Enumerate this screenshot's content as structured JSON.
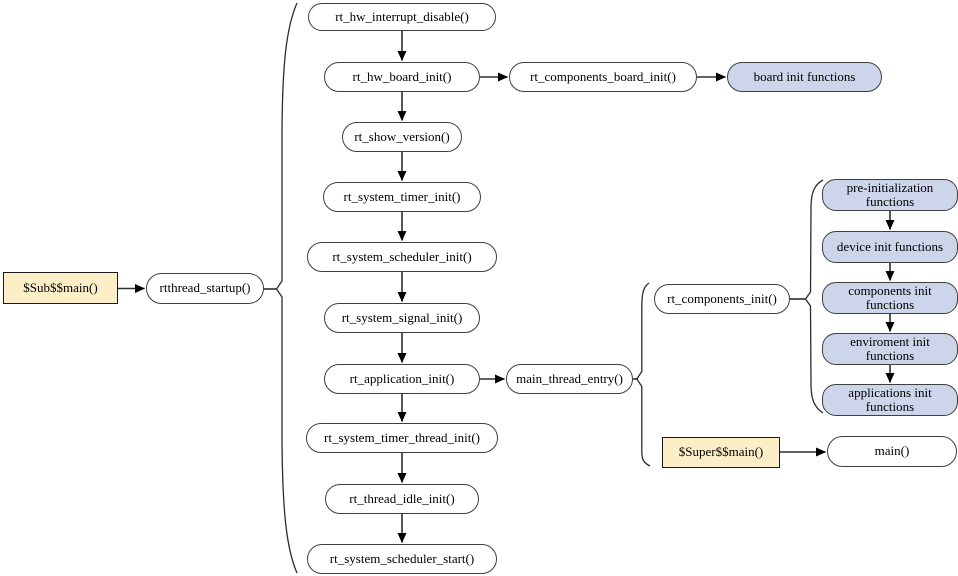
{
  "colors": {
    "background": "#ffffff",
    "node_fill": "#ffffff",
    "node_border": "#3f3f3f",
    "accent_fill": "#fceec7",
    "accent_border": "#1a1a1a",
    "blue_fill": "#ccd5ea",
    "blue_border": "#3f3f3f",
    "line": "#2d2d2d",
    "arrowhead": "#000000",
    "text": "#000000"
  },
  "nodes": {
    "sub_main": {
      "label": "$Sub$$main()"
    },
    "rtthread_startup": {
      "label": "rtthread_startup()"
    },
    "rt_hw_interrupt_disable": {
      "label": "rt_hw_interrupt_disable()"
    },
    "rt_hw_board_init": {
      "label": "rt_hw_board_init()"
    },
    "rt_components_board_init": {
      "label": "rt_components_board_init()"
    },
    "board_init_functions": {
      "label": "board init functions"
    },
    "rt_show_version": {
      "label": "rt_show_version()"
    },
    "rt_system_timer_init": {
      "label": "rt_system_timer_init()"
    },
    "rt_system_scheduler_init": {
      "label": "rt_system_scheduler_init()"
    },
    "rt_system_signal_init": {
      "label": "rt_system_signal_init()"
    },
    "rt_application_init": {
      "label": "rt_application_init()"
    },
    "main_thread_entry": {
      "label": "main_thread_entry()"
    },
    "rt_components_init": {
      "label": "rt_components_init()"
    },
    "pre_initialization_functions": {
      "label": "pre-initialization functions"
    },
    "device_init_functions": {
      "label": "device init functions"
    },
    "components_init_functions": {
      "label": "components init functions"
    },
    "enviroment_init_functions": {
      "label": "enviroment init functions"
    },
    "applications_init_functions": {
      "label": "applications init functions"
    },
    "rt_system_timer_thread_init": {
      "label": "rt_system_timer_thread_init()"
    },
    "rt_thread_idle_init": {
      "label": "rt_thread_idle_init()"
    },
    "rt_system_scheduler_start": {
      "label": "rt_system_scheduler_start()"
    },
    "super_main": {
      "label": "$Super$$main()"
    },
    "main": {
      "label": "main()"
    }
  }
}
